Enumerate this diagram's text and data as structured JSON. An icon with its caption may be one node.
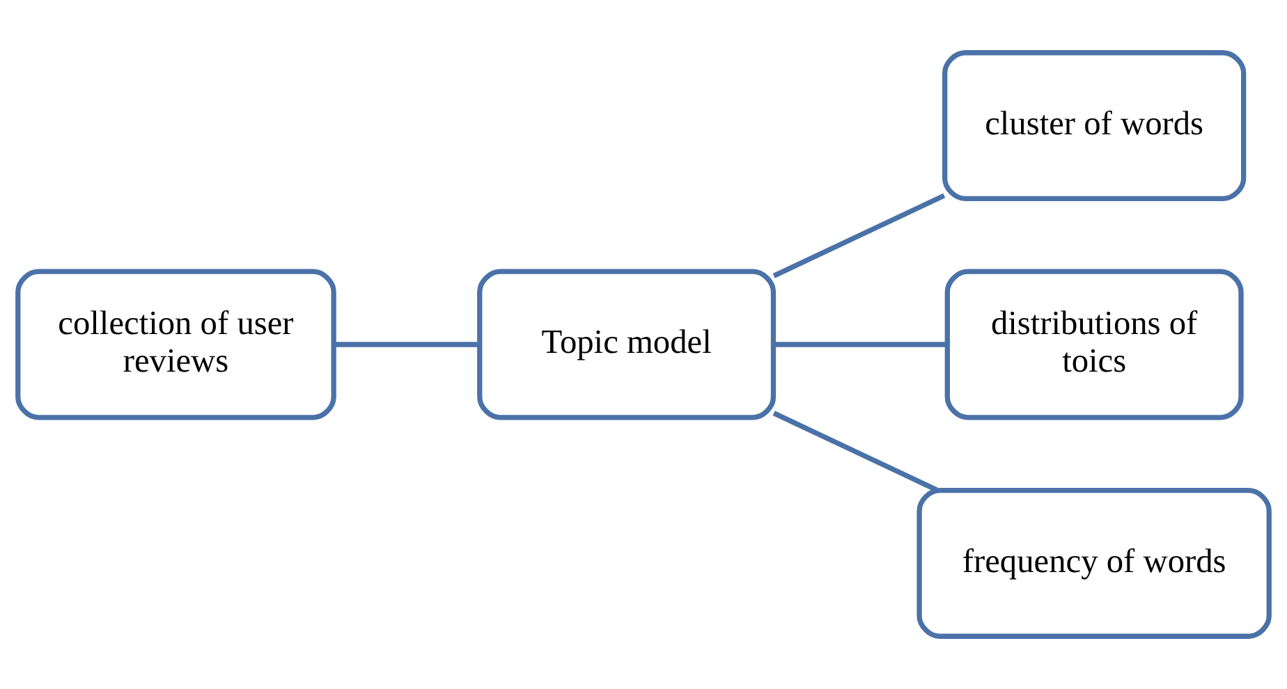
{
  "diagram": {
    "nodes": [
      {
        "text": [
          "collection of user reviews"
        ]
      },
      {
        "text": [
          "Topic model"
        ]
      },
      {
        "text": [
          "cluster of words"
        ]
      },
      {
        "text": [
          "distributions of toics"
        ]
      },
      {
        "text": [
          "frequency of words"
        ]
      }
    ],
    "edges": [
      {
        "from": 0,
        "to": 1,
        "arrow": "none"
      },
      {
        "from": 1,
        "to": 2,
        "arrow": "none"
      },
      {
        "from": 1,
        "to": 3,
        "arrow": "none"
      },
      {
        "from": 1,
        "to": 4,
        "arrow": "none"
      }
    ]
  }
}
